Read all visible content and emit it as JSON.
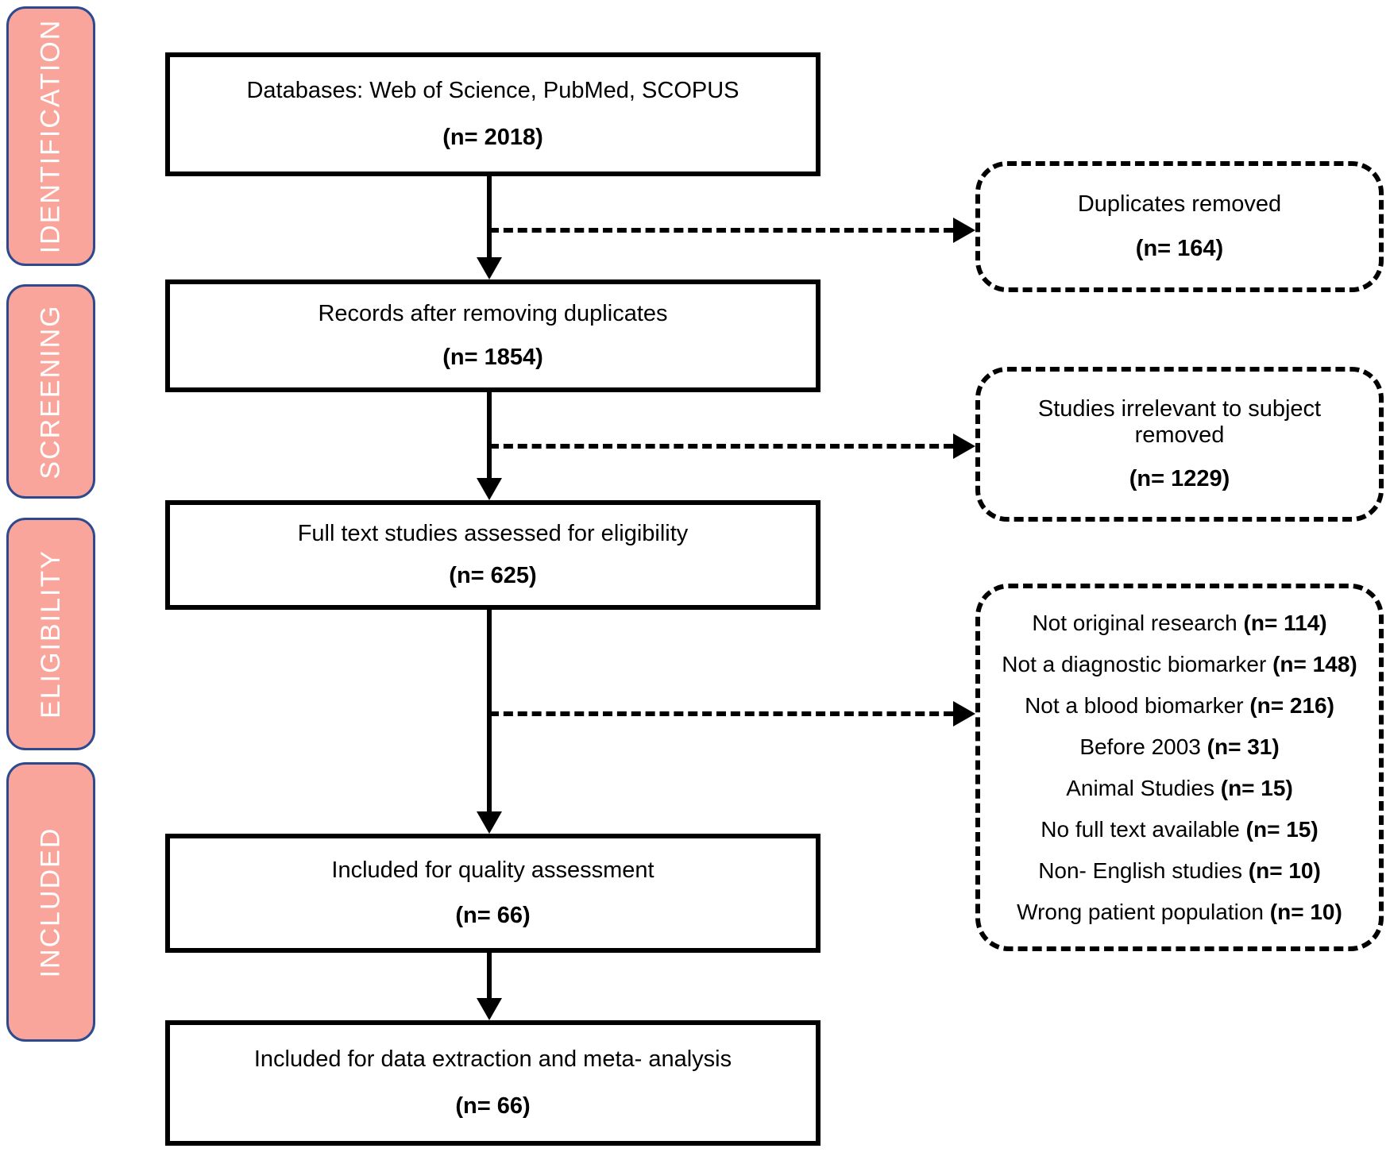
{
  "colors": {
    "stage_fill": "#F9A59B",
    "stage_border": "#2E4A8F",
    "stage_text": "#FFFFFF",
    "line": "#000000"
  },
  "stages": [
    {
      "label": "IDENTIFICATION"
    },
    {
      "label": "SCREENING"
    },
    {
      "label": "ELIGIBILITY"
    },
    {
      "label": "INCLUDED"
    }
  ],
  "flow_boxes": [
    {
      "title": "Databases: Web of Science, PubMed, SCOPUS",
      "count": "(n= 2018)"
    },
    {
      "title": "Records after removing duplicates",
      "count": "(n= 1854)"
    },
    {
      "title": "Full text studies assessed for eligibility",
      "count": "(n= 625)"
    },
    {
      "title": "Included for quality assessment",
      "count": "(n= 66)"
    },
    {
      "title": "Included for data extraction and meta- analysis",
      "count": "(n= 66)"
    }
  ],
  "side_boxes": [
    {
      "title": "Duplicates removed",
      "count": "(n= 164)"
    },
    {
      "title": "Studies irrelevant to subject removed",
      "count": "(n= 1229)"
    }
  ],
  "exclusion_box": {
    "items": [
      {
        "label": "Not original research ",
        "count": "(n= 114)"
      },
      {
        "label": "Not a diagnostic biomarker ",
        "count": "(n= 148)"
      },
      {
        "label": "Not a blood biomarker ",
        "count": "(n= 216)"
      },
      {
        "label": "Before 2003 ",
        "count": "(n= 31)"
      },
      {
        "label": "Animal Studies ",
        "count": "(n= 15)"
      },
      {
        "label": "No full text available ",
        "count": "(n= 15)"
      },
      {
        "label": "Non- English studies ",
        "count": "(n= 10)"
      },
      {
        "label": "Wrong patient population ",
        "count": "(n= 10)"
      }
    ]
  }
}
